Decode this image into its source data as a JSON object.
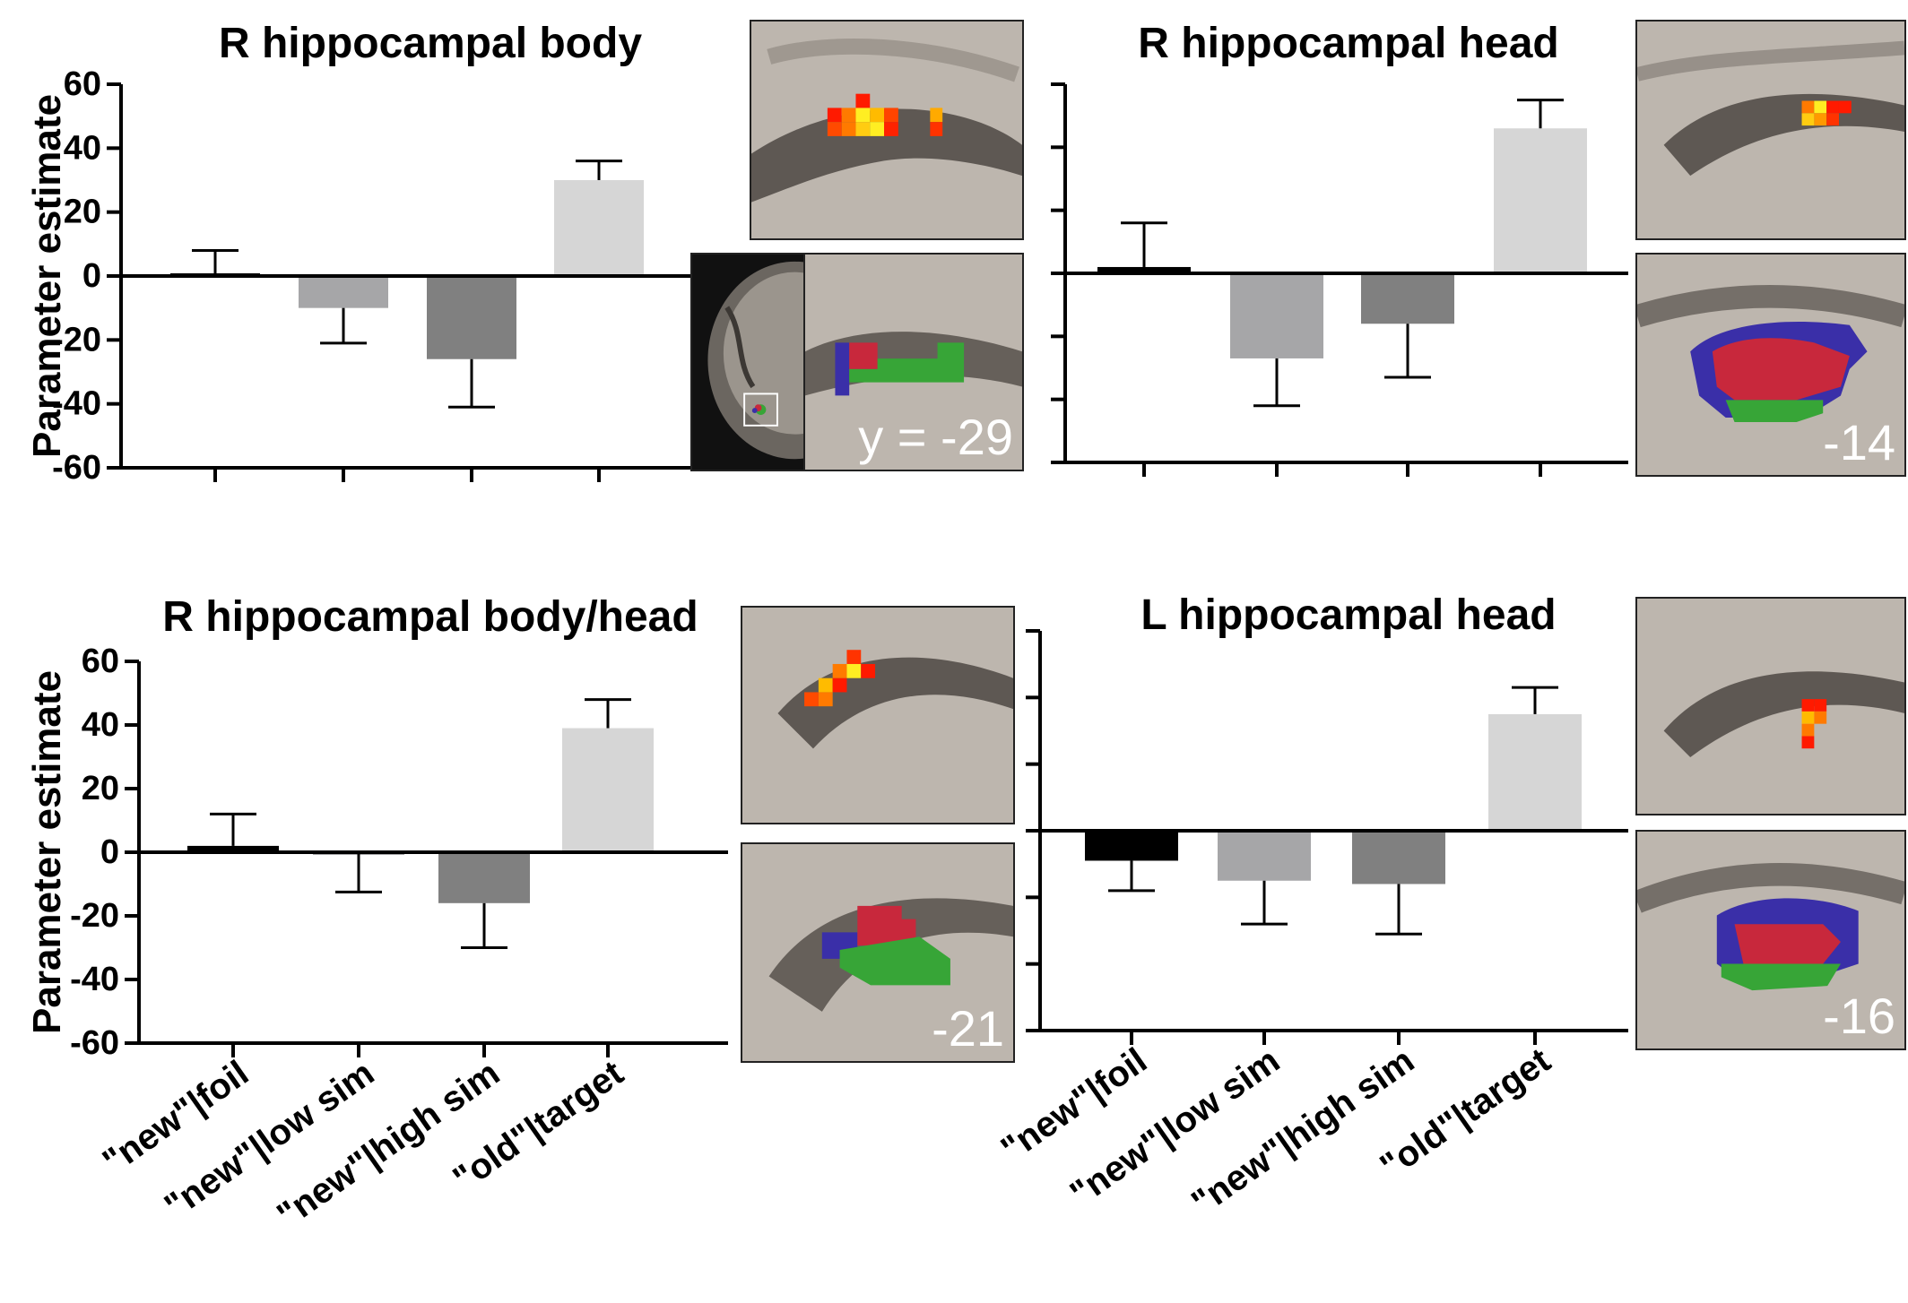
{
  "chart_data": [
    {
      "type": "bar",
      "title": "R hippocampal body",
      "ylabel": "Parameter estimate",
      "ylim": [
        -60,
        60
      ],
      "yticks": [
        -60,
        -40,
        -20,
        0,
        20,
        40,
        60
      ],
      "ytick_labels_shown": true,
      "categories": [
        "\"new\"|foil",
        "\"new\"|low sim",
        "\"new\"|high sim",
        "\"old\"|target"
      ],
      "category_labels_shown": false,
      "values": [
        0,
        -10,
        -26,
        30
      ],
      "errors": [
        8,
        11,
        15,
        6
      ],
      "bar_colors": [
        "#000000",
        "#a6a6a8",
        "#808080",
        "#d6d6d6"
      ]
    },
    {
      "type": "bar",
      "title": "R hippocampal head",
      "ylabel": "",
      "ylim": [
        -60,
        60
      ],
      "yticks": [
        -60,
        -40,
        -20,
        0,
        20,
        40,
        60
      ],
      "ytick_labels_shown": false,
      "categories": [
        "\"new\"|foil",
        "\"new\"|low sim",
        "\"new\"|high sim",
        "\"old\"|target"
      ],
      "category_labels_shown": false,
      "values": [
        2,
        -27,
        -16,
        46
      ],
      "errors": [
        14,
        15,
        17,
        9
      ],
      "bar_colors": [
        "#000000",
        "#a6a6a8",
        "#808080",
        "#d6d6d6"
      ]
    },
    {
      "type": "bar",
      "title": "R hippocampal body/head",
      "ylabel": "Parameter estimate",
      "ylim": [
        -60,
        60
      ],
      "yticks": [
        -60,
        -40,
        -20,
        0,
        20,
        40,
        60
      ],
      "ytick_labels_shown": true,
      "categories": [
        "\"new\"|foil",
        "\"new\"|low sim",
        "\"new\"|high sim",
        "\"old\"|target"
      ],
      "category_labels_shown": true,
      "values": [
        2,
        -0.5,
        -16,
        39
      ],
      "errors": [
        10,
        12,
        14,
        9
      ],
      "bar_colors": [
        "#000000",
        "#a6a6a8",
        "#808080",
        "#d6d6d6"
      ]
    },
    {
      "type": "bar",
      "title": "L hippocampal head",
      "ylabel": "",
      "ylim": [
        -60,
        60
      ],
      "yticks": [
        -60,
        -40,
        -20,
        0,
        20,
        40,
        60
      ],
      "ytick_labels_shown": false,
      "categories": [
        "\"new\"|foil",
        "\"new\"|low sim",
        "\"new\"|high sim",
        "\"old\"|target"
      ],
      "category_labels_shown": true,
      "values": [
        -9,
        -15,
        -16,
        35
      ],
      "errors": [
        9,
        13,
        15,
        8
      ],
      "bar_colors": [
        "#000000",
        "#a6a6a8",
        "#808080",
        "#d6d6d6"
      ]
    }
  ],
  "slice_labels": [
    "y = -29",
    "-14",
    "-21",
    "-16"
  ],
  "overlay_colors": {
    "hot_red": "#ff1a00",
    "hot_orange": "#ff7a00",
    "hot_yellow": "#ffee22",
    "blue": "#3a2fa8",
    "red": "#c8283c",
    "green": "#37a537"
  }
}
